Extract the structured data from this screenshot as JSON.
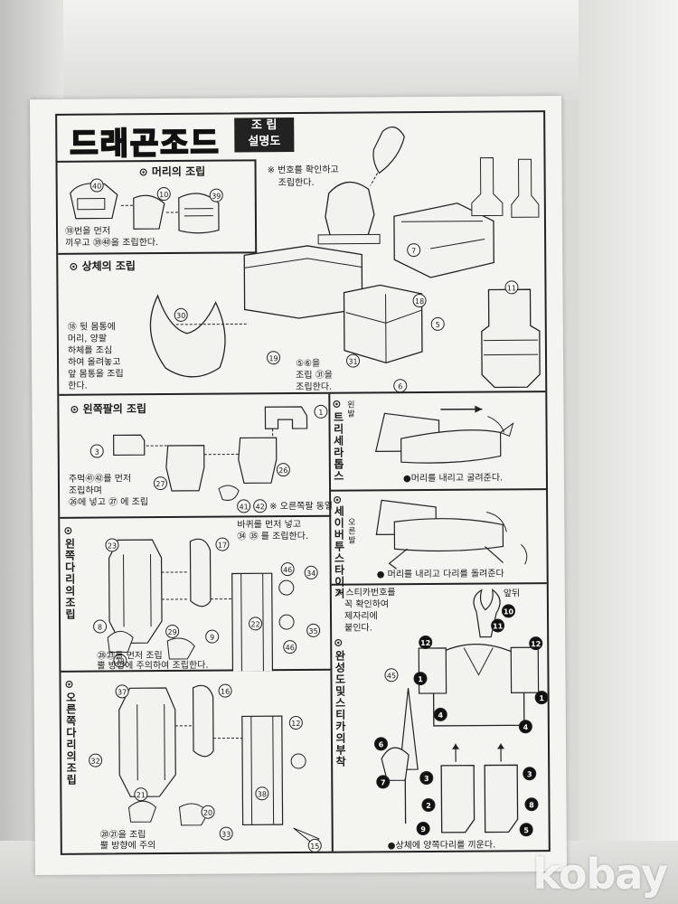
{
  "header": {
    "title": "드래곤조드",
    "label_top": "조  립",
    "label_bottom": "설명도"
  },
  "head_section": {
    "title": "머리의 조립",
    "note_line1": "⑱번을 먼저",
    "note_line2": "끼우고 ㊴㊵을 조립한다.",
    "parts": [
      "40",
      "10",
      "39"
    ]
  },
  "top_note": {
    "line1": "※ 번호를 확인하고",
    "line2": "조립한다.",
    "parts": [
      "7",
      "18",
      "11"
    ]
  },
  "upper_body": {
    "title": "상체의 조립",
    "note_lines": [
      "⑱ 뒷 몸통에",
      "머리, 양팔",
      "하체를 조심",
      "하여 올려놓고",
      "앞 몸통을 조립",
      "한다."
    ],
    "step_lines": [
      "⑤⑥을",
      "조립 ㉛을",
      "조립한다."
    ],
    "parts": [
      "30",
      "19",
      "31",
      "5",
      "6"
    ]
  },
  "left_arm": {
    "title": "왼쪽팔의 조립",
    "note_lines": [
      "주먹㊶㊷를 먼저",
      "조립하며",
      "㉖에 넣고 ㉗ 에 조립"
    ],
    "foot_note": "※ 오른쪽팔 동일",
    "parts": [
      "1",
      "3",
      "26",
      "27",
      "41",
      "42"
    ]
  },
  "triceratops": {
    "title": "트리세라톱스",
    "sub": "왼발",
    "caption": "●머리를 내리고 굴려준다."
  },
  "tiger": {
    "title": "세이버투스 타이거",
    "sub": "오른발",
    "caption": "● 머리를 내리고 다리를 돌려준다"
  },
  "left_leg": {
    "title": "왼쪽다리의 조립",
    "note_top1": "바퀴를 먼저 넣고",
    "note_top2": "㉞ ㉟ 를 조립한다.",
    "note_bottom1": "㉘㉓를 먼저 조립",
    "note_bottom2": "뿔 방향에 주의하여 조립한다.",
    "parts": [
      "23",
      "17",
      "46",
      "34",
      "8",
      "22",
      "28",
      "29",
      "9",
      "35",
      "46"
    ]
  },
  "right_leg": {
    "title": "오른쪽다리의 조립",
    "note_bottom1": "⑳㉑을 조립",
    "note_bottom2": "뿔 방향에 주의",
    "parts": [
      "37",
      "16",
      "12",
      "32",
      "21",
      "38",
      "20",
      "33",
      "15"
    ]
  },
  "completion": {
    "title": "완성도 및 스티카의부착",
    "note_lines": [
      "※ 스티카번호를",
      "꼭 확인하여",
      "제자리에",
      "붙인다."
    ],
    "horn_label": "앞뒤",
    "caption": "●상체에 양쪽다리를 끼운다.",
    "parts": [
      "10",
      "11",
      "12",
      "12",
      "45",
      "1",
      "1",
      "4",
      "4",
      "6",
      "7",
      "3",
      "3",
      "2",
      "8",
      "9",
      "5"
    ]
  },
  "watermark": "kobay"
}
